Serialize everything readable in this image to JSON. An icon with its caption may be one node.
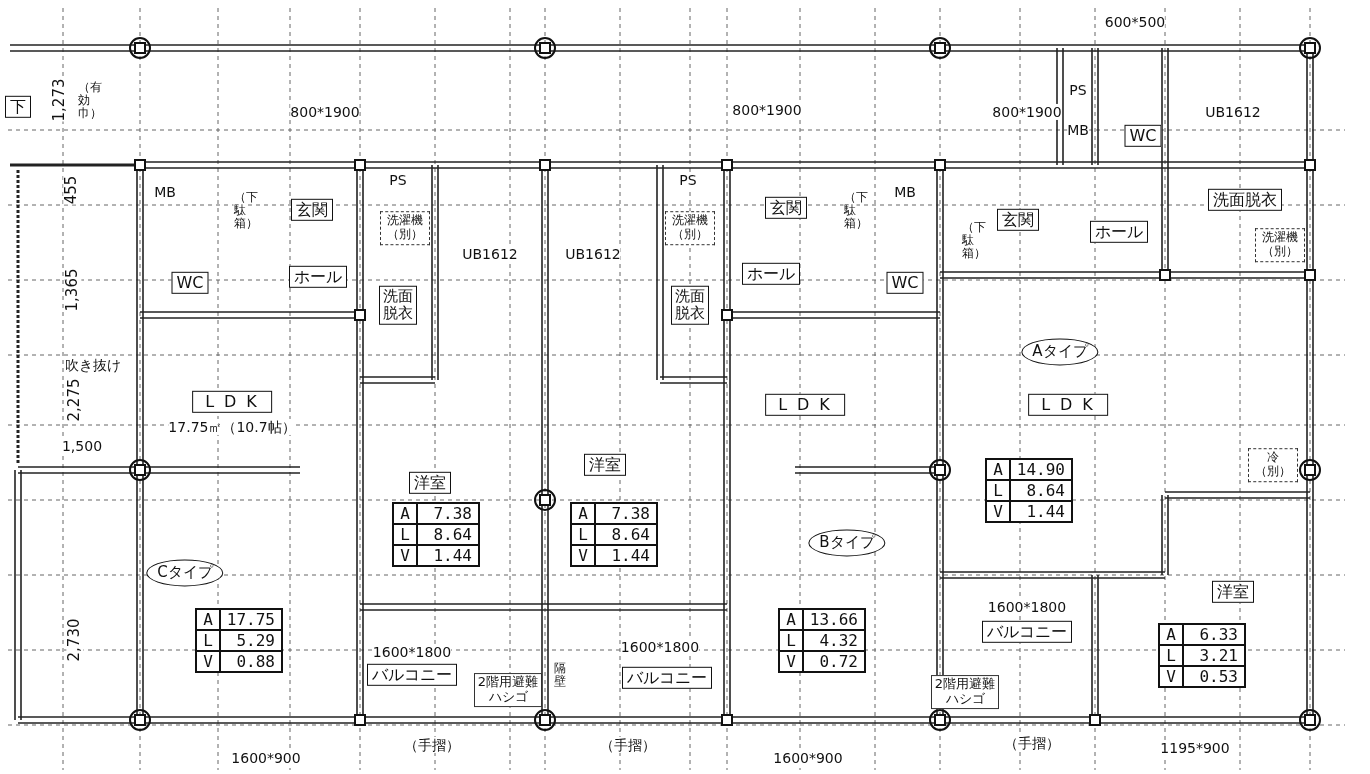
{
  "diagram": {
    "labels": [
      "600*500",
      "下",
      "1,273",
      "（有効巾）",
      "800*1900",
      "800*1900",
      "800*1900",
      "PS",
      "MB",
      "WC",
      "UB1612",
      "455",
      "MB",
      "PS",
      "PS",
      "MB",
      "（下駄箱）",
      "玄関",
      "洗濯機（別）",
      "UB1612",
      "UB1612",
      "洗濯機（別）",
      "玄関",
      "（下駄箱）",
      "（下駄箱）",
      "玄関",
      "洗面脱衣",
      "洗濯機（別）",
      "ホール",
      "WC",
      "ホール",
      "1,365",
      "洗面脱衣",
      "洗面脱衣",
      "ホール",
      "WC",
      "Aタイプ",
      "吹き抜け",
      "LDK",
      "2,275",
      "LDK",
      "LDK",
      "17.75㎡（10.7帖）",
      "1,500",
      "冷（別）",
      "洋室",
      "A",
      "14.90",
      "L",
      "8.64",
      "V",
      "1.44",
      "洋室",
      "A",
      "7.38",
      "L",
      "8.64",
      "V",
      "1.44",
      "A",
      "7.38",
      "L",
      "8.64",
      "V",
      "1.44",
      "Bタイプ",
      "Cタイプ",
      "2,730",
      "洋室",
      "A",
      "17.75",
      "L",
      "5.29",
      "V",
      "0.88",
      "A",
      "13.66",
      "L",
      "4.32",
      "V",
      "0.72",
      "A",
      "6.33",
      "L",
      "3.21",
      "V",
      "0.53",
      "1600*1800",
      "バルコニー",
      "1600*1800",
      "1600*1800",
      "隔壁",
      "バルコニー",
      "バルコニー",
      "2階用避難ハシゴ",
      "2階用避難ハシゴ",
      "（手摺）",
      "（手摺）",
      "（手摺）",
      "1195*900",
      "1600*900",
      "1600*900"
    ]
  }
}
